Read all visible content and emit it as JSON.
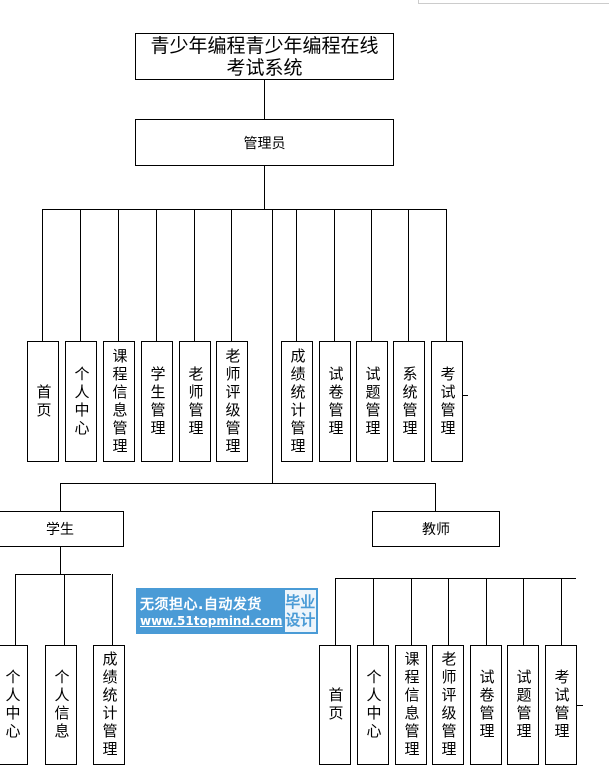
{
  "root": {
    "title": "青少年编程青少年编程在线考试系统"
  },
  "admin": {
    "label": "管理员",
    "children": [
      "首页",
      "个人中心",
      "课程信息管理",
      "学生管理",
      "老师管理",
      "老师评级管理",
      "成绩统计管理",
      "试卷管理",
      "试题管理",
      "系统管理",
      "考试管理"
    ]
  },
  "student": {
    "label": "学生",
    "children": [
      "个人中心",
      "个人信息",
      "成绩统计管理"
    ]
  },
  "teacher": {
    "label": "教师",
    "children": [
      "首页",
      "个人中心",
      "课程信息管理",
      "老师评级管理",
      "试卷管理",
      "试题管理",
      "考试管理"
    ]
  },
  "watermark": {
    "line1": "无须担心.自动发货",
    "line2": "www.51topmind.com",
    "badge_line1": "毕业",
    "badge_line2": "设计"
  },
  "colors": {
    "watermark_bg": "#4a9bd6",
    "line": "#000000"
  }
}
